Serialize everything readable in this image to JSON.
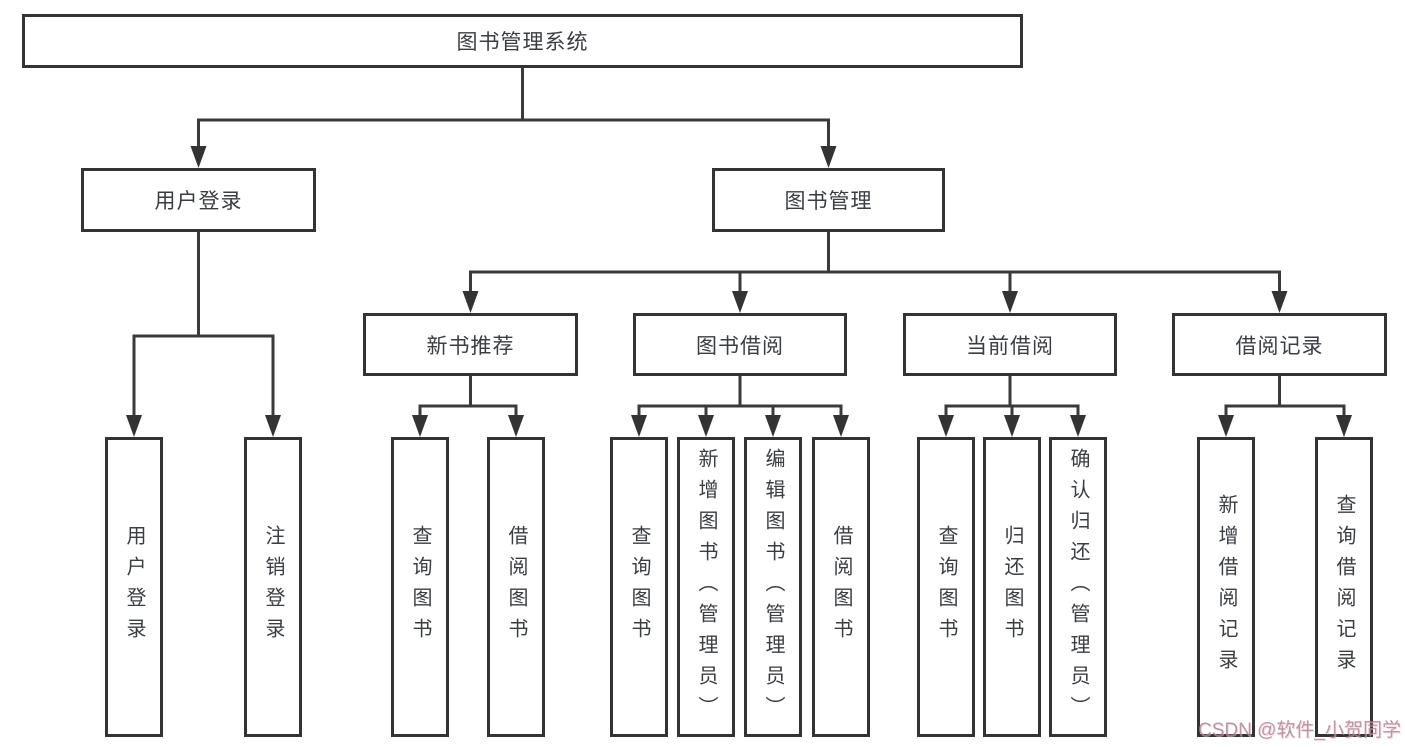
{
  "title": "图书管理系统",
  "tree": {
    "label": "图书管理系统",
    "children": [
      {
        "label": "用户登录",
        "children": [
          {
            "label": "用户登录"
          },
          {
            "label": "注销登录"
          }
        ]
      },
      {
        "label": "图书管理",
        "children": [
          {
            "label": "新书推荐",
            "children": [
              {
                "label": "查询图书"
              },
              {
                "label": "借阅图书"
              }
            ]
          },
          {
            "label": "图书借阅",
            "children": [
              {
                "label": "查询图书"
              },
              {
                "label": "新增图书（管理员）"
              },
              {
                "label": "编辑图书（管理员）"
              },
              {
                "label": "借阅图书"
              }
            ]
          },
          {
            "label": "当前借阅",
            "children": [
              {
                "label": "查询图书"
              },
              {
                "label": "归还图书"
              },
              {
                "label": "确认归还（管理员）"
              }
            ]
          },
          {
            "label": "借阅记录",
            "children": [
              {
                "label": "新增借阅记录"
              },
              {
                "label": "查询借阅记录"
              }
            ]
          }
        ]
      }
    ]
  },
  "watermark": "CSDN @软件_小贺同学",
  "colors": {
    "line": "#3a3a3a",
    "box_border": "#333333",
    "text": "#3a3d42",
    "background": "#ffffff",
    "watermark": "#b18a95"
  }
}
